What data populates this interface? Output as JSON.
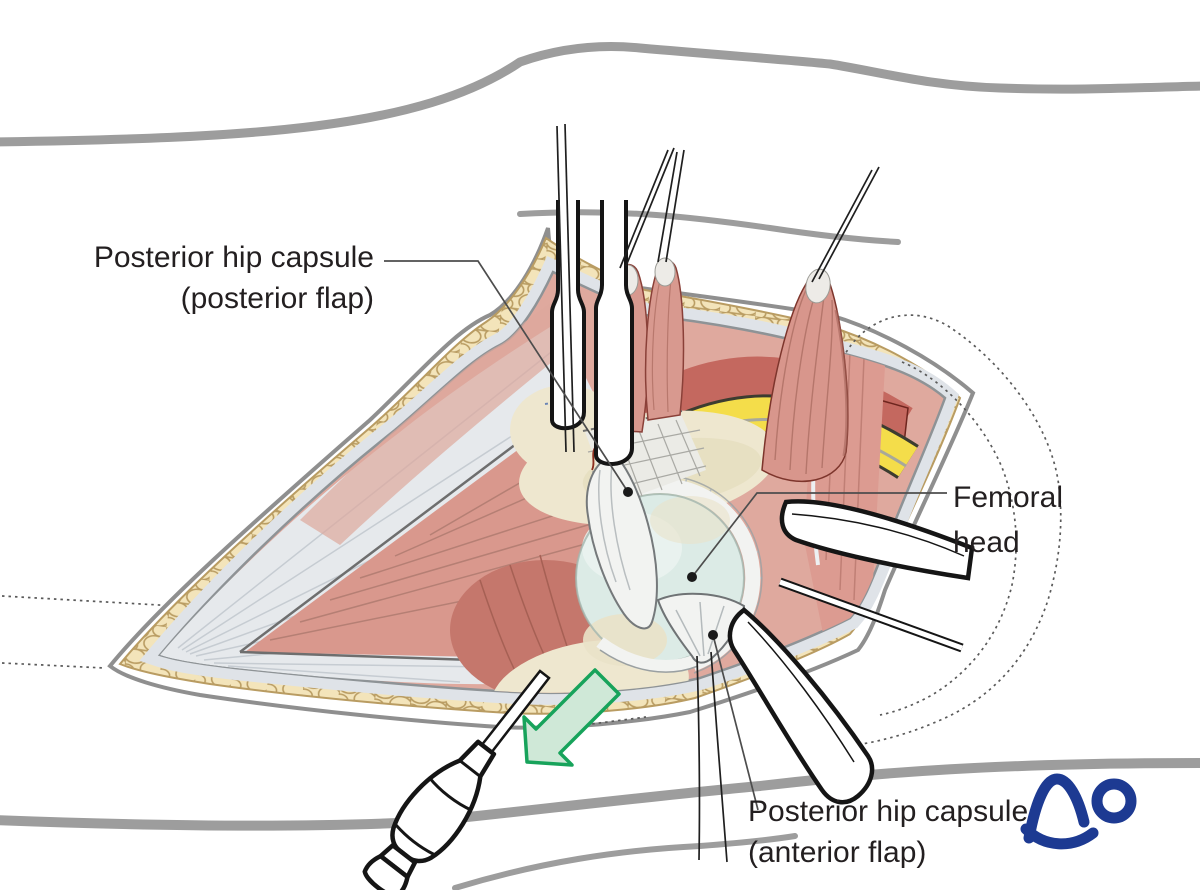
{
  "figure": {
    "labels": {
      "posterior_flap": {
        "line1": "Posterior hip capsule",
        "line2": "(posterior flap)"
      },
      "femoral_head": {
        "line1": "Femoral",
        "line2": "head"
      },
      "anterior_flap": {
        "line1": "Posterior hip capsule",
        "line2": "(anterior flap)"
      }
    },
    "logo": {
      "text": "AO"
    },
    "arrow": {
      "direction": "down-left"
    },
    "colors": {
      "skin_line": "#9d9d9d",
      "fat": "#f3e4ba",
      "fat_outline": "#b99c62",
      "muscle": "#dfa99e",
      "muscle_deep": "#c4685f",
      "nerve": "#f4dd4a",
      "bone": "#eee7cf",
      "cartilage": "#dcebe6",
      "capsule": "#f2f3f1",
      "itb": "#e6e9ec",
      "arrow_fill": "#cfe8d7",
      "arrow_stroke": "#17a35b",
      "logo": "#1d3a92",
      "text": "#231f20"
    }
  }
}
